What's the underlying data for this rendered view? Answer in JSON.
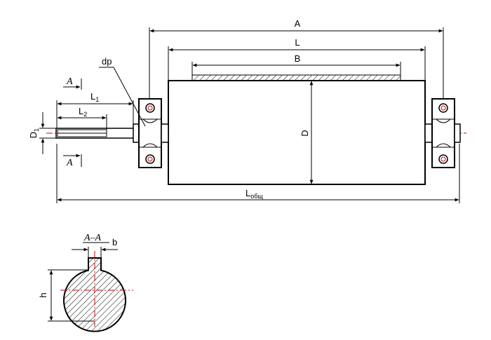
{
  "labels": {
    "A": "A",
    "L": "L",
    "B": "B",
    "D": "D",
    "dp": "dp",
    "L1_main": "L",
    "L1_sub": "1",
    "L2_main": "L",
    "L2_sub": "2",
    "D1_main": "D",
    "D1_sub": "1",
    "Ltotal_main": "L",
    "Ltotal_sub": "общ",
    "section_mark": "A",
    "section_title": "A–A",
    "b": "b",
    "h": "h"
  },
  "colors": {
    "line": "#000000",
    "centerline": "#d40000",
    "background": "#ffffff"
  }
}
